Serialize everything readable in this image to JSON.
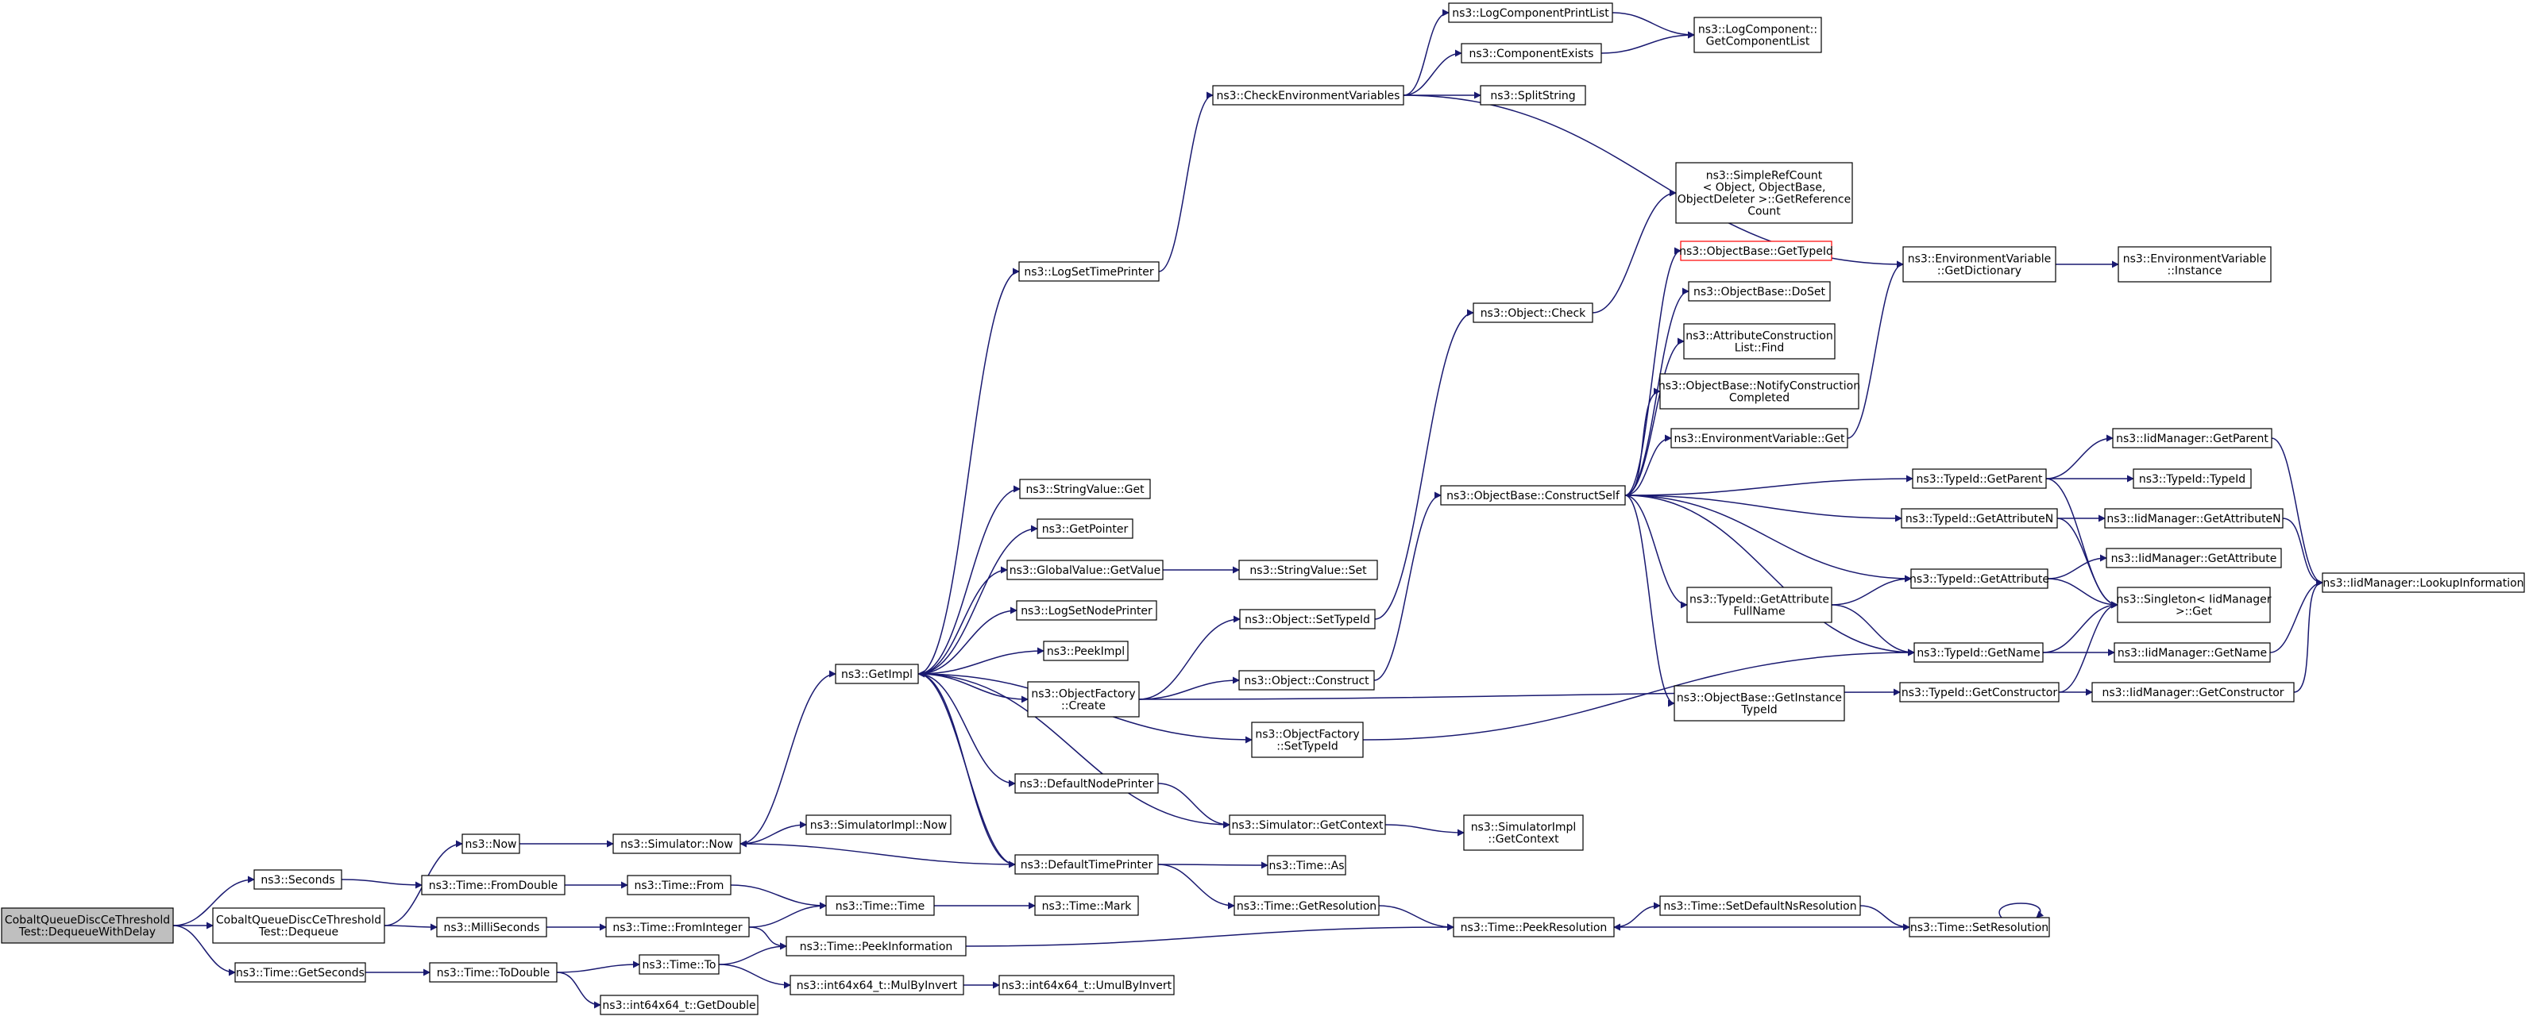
{
  "colors": {
    "edge": "#191970",
    "root_fill": "#bfbfbf",
    "highlight_border": "#ff0000",
    "node_border": "#000000"
  },
  "nodes": {
    "root": {
      "label": [
        "CobaltQueueDiscCeThreshold",
        "Test::DequeueWithDelay"
      ]
    },
    "seconds": {
      "label": [
        "ns3::Seconds"
      ]
    },
    "dequeue": {
      "label": [
        "CobaltQueueDiscCeThreshold",
        "Test::Dequeue"
      ]
    },
    "getseconds": {
      "label": [
        "ns3::Time::GetSeconds"
      ]
    },
    "now": {
      "label": [
        "ns3::Now"
      ]
    },
    "fromdouble": {
      "label": [
        "ns3::Time::FromDouble"
      ]
    },
    "milliseconds": {
      "label": [
        "ns3::MilliSeconds"
      ]
    },
    "todouble": {
      "label": [
        "ns3::Time::ToDouble"
      ]
    },
    "simnow": {
      "label": [
        "ns3::Simulator::Now"
      ]
    },
    "timefrom": {
      "label": [
        "ns3::Time::From"
      ]
    },
    "frominteger": {
      "label": [
        "ns3::Time::FromInteger"
      ]
    },
    "timeto": {
      "label": [
        "ns3::Time::To"
      ]
    },
    "getdouble": {
      "label": [
        "ns3::int64x64_t::GetDouble"
      ]
    },
    "getimpl": {
      "label": [
        "ns3::GetImpl"
      ]
    },
    "simimplnow": {
      "label": [
        "ns3::SimulatorImpl::Now"
      ]
    },
    "timetime": {
      "label": [
        "ns3::Time::Time"
      ]
    },
    "peekinfo": {
      "label": [
        "ns3::Time::PeekInformation"
      ]
    },
    "mulbyinvert": {
      "label": [
        "ns3::int64x64_t::MulByInvert"
      ]
    },
    "logsettime": {
      "label": [
        "ns3::LogSetTimePrinter"
      ]
    },
    "stringget": {
      "label": [
        "ns3::StringValue::Get"
      ]
    },
    "getpointer": {
      "label": [
        "ns3::GetPointer"
      ]
    },
    "globalget": {
      "label": [
        "ns3::GlobalValue::GetValue"
      ]
    },
    "logsetnode": {
      "label": [
        "ns3::LogSetNodePrinter"
      ]
    },
    "peekimpl": {
      "label": [
        "ns3::PeekImpl"
      ]
    },
    "objfactcreate": {
      "label": [
        "ns3::ObjectFactory",
        "::Create"
      ]
    },
    "defnodeprinter": {
      "label": [
        "ns3::DefaultNodePrinter"
      ]
    },
    "deftimeprinter": {
      "label": [
        "ns3::DefaultTimePrinter"
      ]
    },
    "timemark": {
      "label": [
        "ns3::Time::Mark"
      ]
    },
    "umulbyinvert": {
      "label": [
        "ns3::int64x64_t::UmulByInvert"
      ]
    },
    "checkenv": {
      "label": [
        "ns3::CheckEnvironmentVariables"
      ]
    },
    "stringset": {
      "label": [
        "ns3::StringValue::Set"
      ]
    },
    "objsettypeid": {
      "label": [
        "ns3::Object::SetTypeId"
      ]
    },
    "objconstruct": {
      "label": [
        "ns3::Object::Construct"
      ]
    },
    "objfactsettypeid": {
      "label": [
        "ns3::ObjectFactory",
        "::SetTypeId"
      ]
    },
    "simgetcontext": {
      "label": [
        "ns3::Simulator::GetContext"
      ]
    },
    "timeas": {
      "label": [
        "ns3::Time::As"
      ]
    },
    "getresolution": {
      "label": [
        "ns3::Time::GetResolution"
      ]
    },
    "logprintlist": {
      "label": [
        "ns3::LogComponentPrintList"
      ]
    },
    "compexists": {
      "label": [
        "ns3::ComponentExists"
      ]
    },
    "splitstring": {
      "label": [
        "ns3::SplitString"
      ]
    },
    "objcheck": {
      "label": [
        "ns3::Object::Check"
      ]
    },
    "constructself": {
      "label": [
        "ns3::ObjectBase::ConstructSelf"
      ]
    },
    "simimplgetcontext": {
      "label": [
        "ns3::SimulatorImpl",
        "::GetContext"
      ]
    },
    "peekresolution": {
      "label": [
        "ns3::Time::PeekResolution"
      ]
    },
    "getcomplist": {
      "label": [
        "ns3::LogComponent::",
        "GetComponentList"
      ]
    },
    "simplerefcount": {
      "label": [
        "ns3::SimpleRefCount",
        "< Object, ObjectBase,",
        "ObjectDeleter >::GetReference",
        "Count"
      ]
    },
    "objbasegettypeid": {
      "label": [
        "ns3::ObjectBase::GetTypeId"
      ]
    },
    "doset": {
      "label": [
        "ns3::ObjectBase::DoSet"
      ]
    },
    "attrfind": {
      "label": [
        "ns3::AttributeConstruction",
        "List::Find"
      ]
    },
    "notifyconstr": {
      "label": [
        "ns3::ObjectBase::NotifyConstruction",
        "Completed"
      ]
    },
    "envget": {
      "label": [
        "ns3::EnvironmentVariable::Get"
      ]
    },
    "getattrfullname": {
      "label": [
        "ns3::TypeId::GetAttribute",
        "FullName"
      ]
    },
    "getinstancetypeid": {
      "label": [
        "ns3::ObjectBase::GetInstance",
        "TypeId"
      ]
    },
    "setdefaultns": {
      "label": [
        "ns3::Time::SetDefaultNsResolution"
      ]
    },
    "envgetdict": {
      "label": [
        "ns3::EnvironmentVariable",
        "::GetDictionary"
      ]
    },
    "getparent": {
      "label": [
        "ns3::TypeId::GetParent"
      ]
    },
    "getattributen": {
      "label": [
        "ns3::TypeId::GetAttributeN"
      ]
    },
    "getattribute": {
      "label": [
        "ns3::TypeId::GetAttribute"
      ]
    },
    "getname": {
      "label": [
        "ns3::TypeId::GetName"
      ]
    },
    "getconstructor": {
      "label": [
        "ns3::TypeId::GetConstructor"
      ]
    },
    "setresolution": {
      "label": [
        "ns3::Time::SetResolution"
      ]
    },
    "envinstance": {
      "label": [
        "ns3::EnvironmentVariable",
        "::Instance"
      ]
    },
    "iidgetparent": {
      "label": [
        "ns3::IidManager::GetParent"
      ]
    },
    "typeidtypeid": {
      "label": [
        "ns3::TypeId::TypeId"
      ]
    },
    "iidgetattrn": {
      "label": [
        "ns3::IidManager::GetAttributeN"
      ]
    },
    "iidgetattr": {
      "label": [
        "ns3::IidManager::GetAttribute"
      ]
    },
    "singletonget": {
      "label": [
        "ns3::Singleton< IidManager",
        ">::Get"
      ]
    },
    "iidgetname": {
      "label": [
        "ns3::IidManager::GetName"
      ]
    },
    "iidgetconstructor": {
      "label": [
        "ns3::IidManager::GetConstructor"
      ]
    },
    "lookupinfo": {
      "label": [
        "ns3::IidManager::LookupInformation"
      ]
    }
  }
}
